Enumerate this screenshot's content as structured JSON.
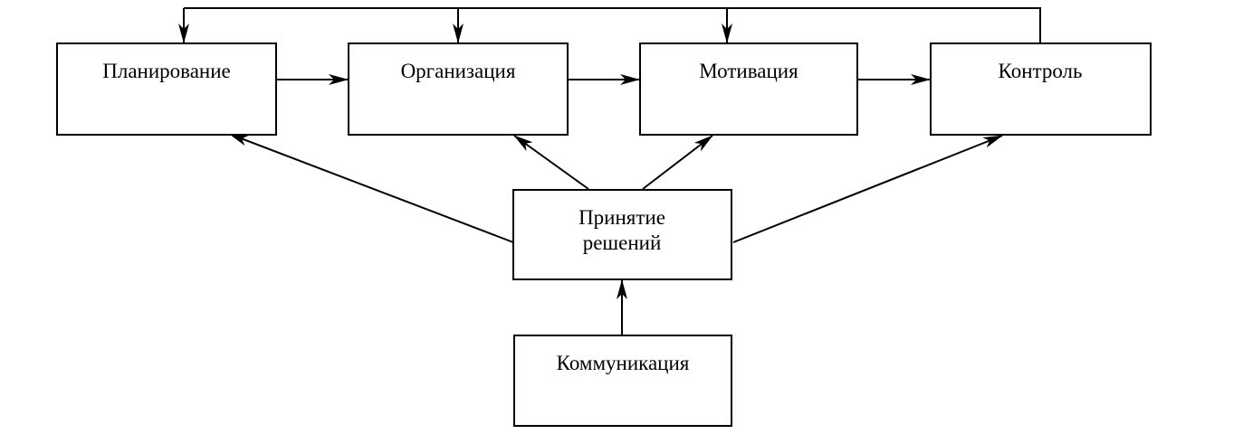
{
  "nodes": {
    "planning": {
      "label": "Планирование"
    },
    "organization": {
      "label": "Организация"
    },
    "motivation": {
      "label": "Мотивация"
    },
    "control": {
      "label": "Контроль"
    },
    "decision": {
      "line1": "Принятие",
      "line2": "решений"
    },
    "communication": {
      "label": "Коммуникация"
    }
  },
  "edges": [
    {
      "from": "planning",
      "to": "organization"
    },
    {
      "from": "organization",
      "to": "motivation"
    },
    {
      "from": "motivation",
      "to": "control"
    },
    {
      "from": "control",
      "to": "planning"
    },
    {
      "from": "control",
      "to": "organization"
    },
    {
      "from": "control",
      "to": "motivation"
    },
    {
      "from": "decision",
      "to": "planning"
    },
    {
      "from": "decision",
      "to": "organization"
    },
    {
      "from": "decision",
      "to": "motivation"
    },
    {
      "from": "decision",
      "to": "control"
    },
    {
      "from": "communication",
      "to": "decision"
    }
  ]
}
